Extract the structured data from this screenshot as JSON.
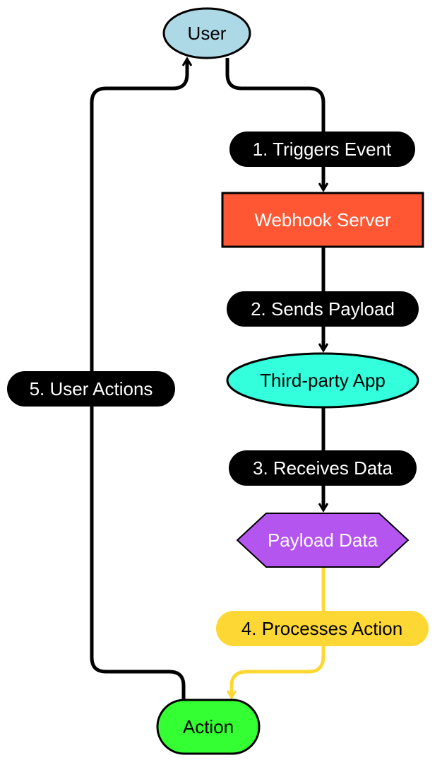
{
  "nodes": {
    "user": {
      "label": "User",
      "color": "#add8e6",
      "text_color": "#000000"
    },
    "webhook_server": {
      "label": "Webhook Server",
      "color": "#ff5733",
      "text_color": "#ffffff"
    },
    "third_party_app": {
      "label": "Third-party App",
      "color": "#33ffdd",
      "text_color": "#000000"
    },
    "payload_data": {
      "label": "Payload Data",
      "color": "#b455f0",
      "text_color": "#ffffff"
    },
    "action": {
      "label": "Action",
      "color": "#33ff33",
      "text_color": "#000000"
    }
  },
  "edges": {
    "triggers_event": {
      "label": "1. Triggers Event",
      "color": "#000000"
    },
    "sends_payload": {
      "label": "2. Sends Payload",
      "color": "#000000"
    },
    "receives_data": {
      "label": "3. Receives Data",
      "color": "#000000"
    },
    "processes_action": {
      "label": "4. Processes Action",
      "color": "#fdd835"
    },
    "user_actions": {
      "label": "5. User Actions",
      "color": "#000000"
    }
  }
}
